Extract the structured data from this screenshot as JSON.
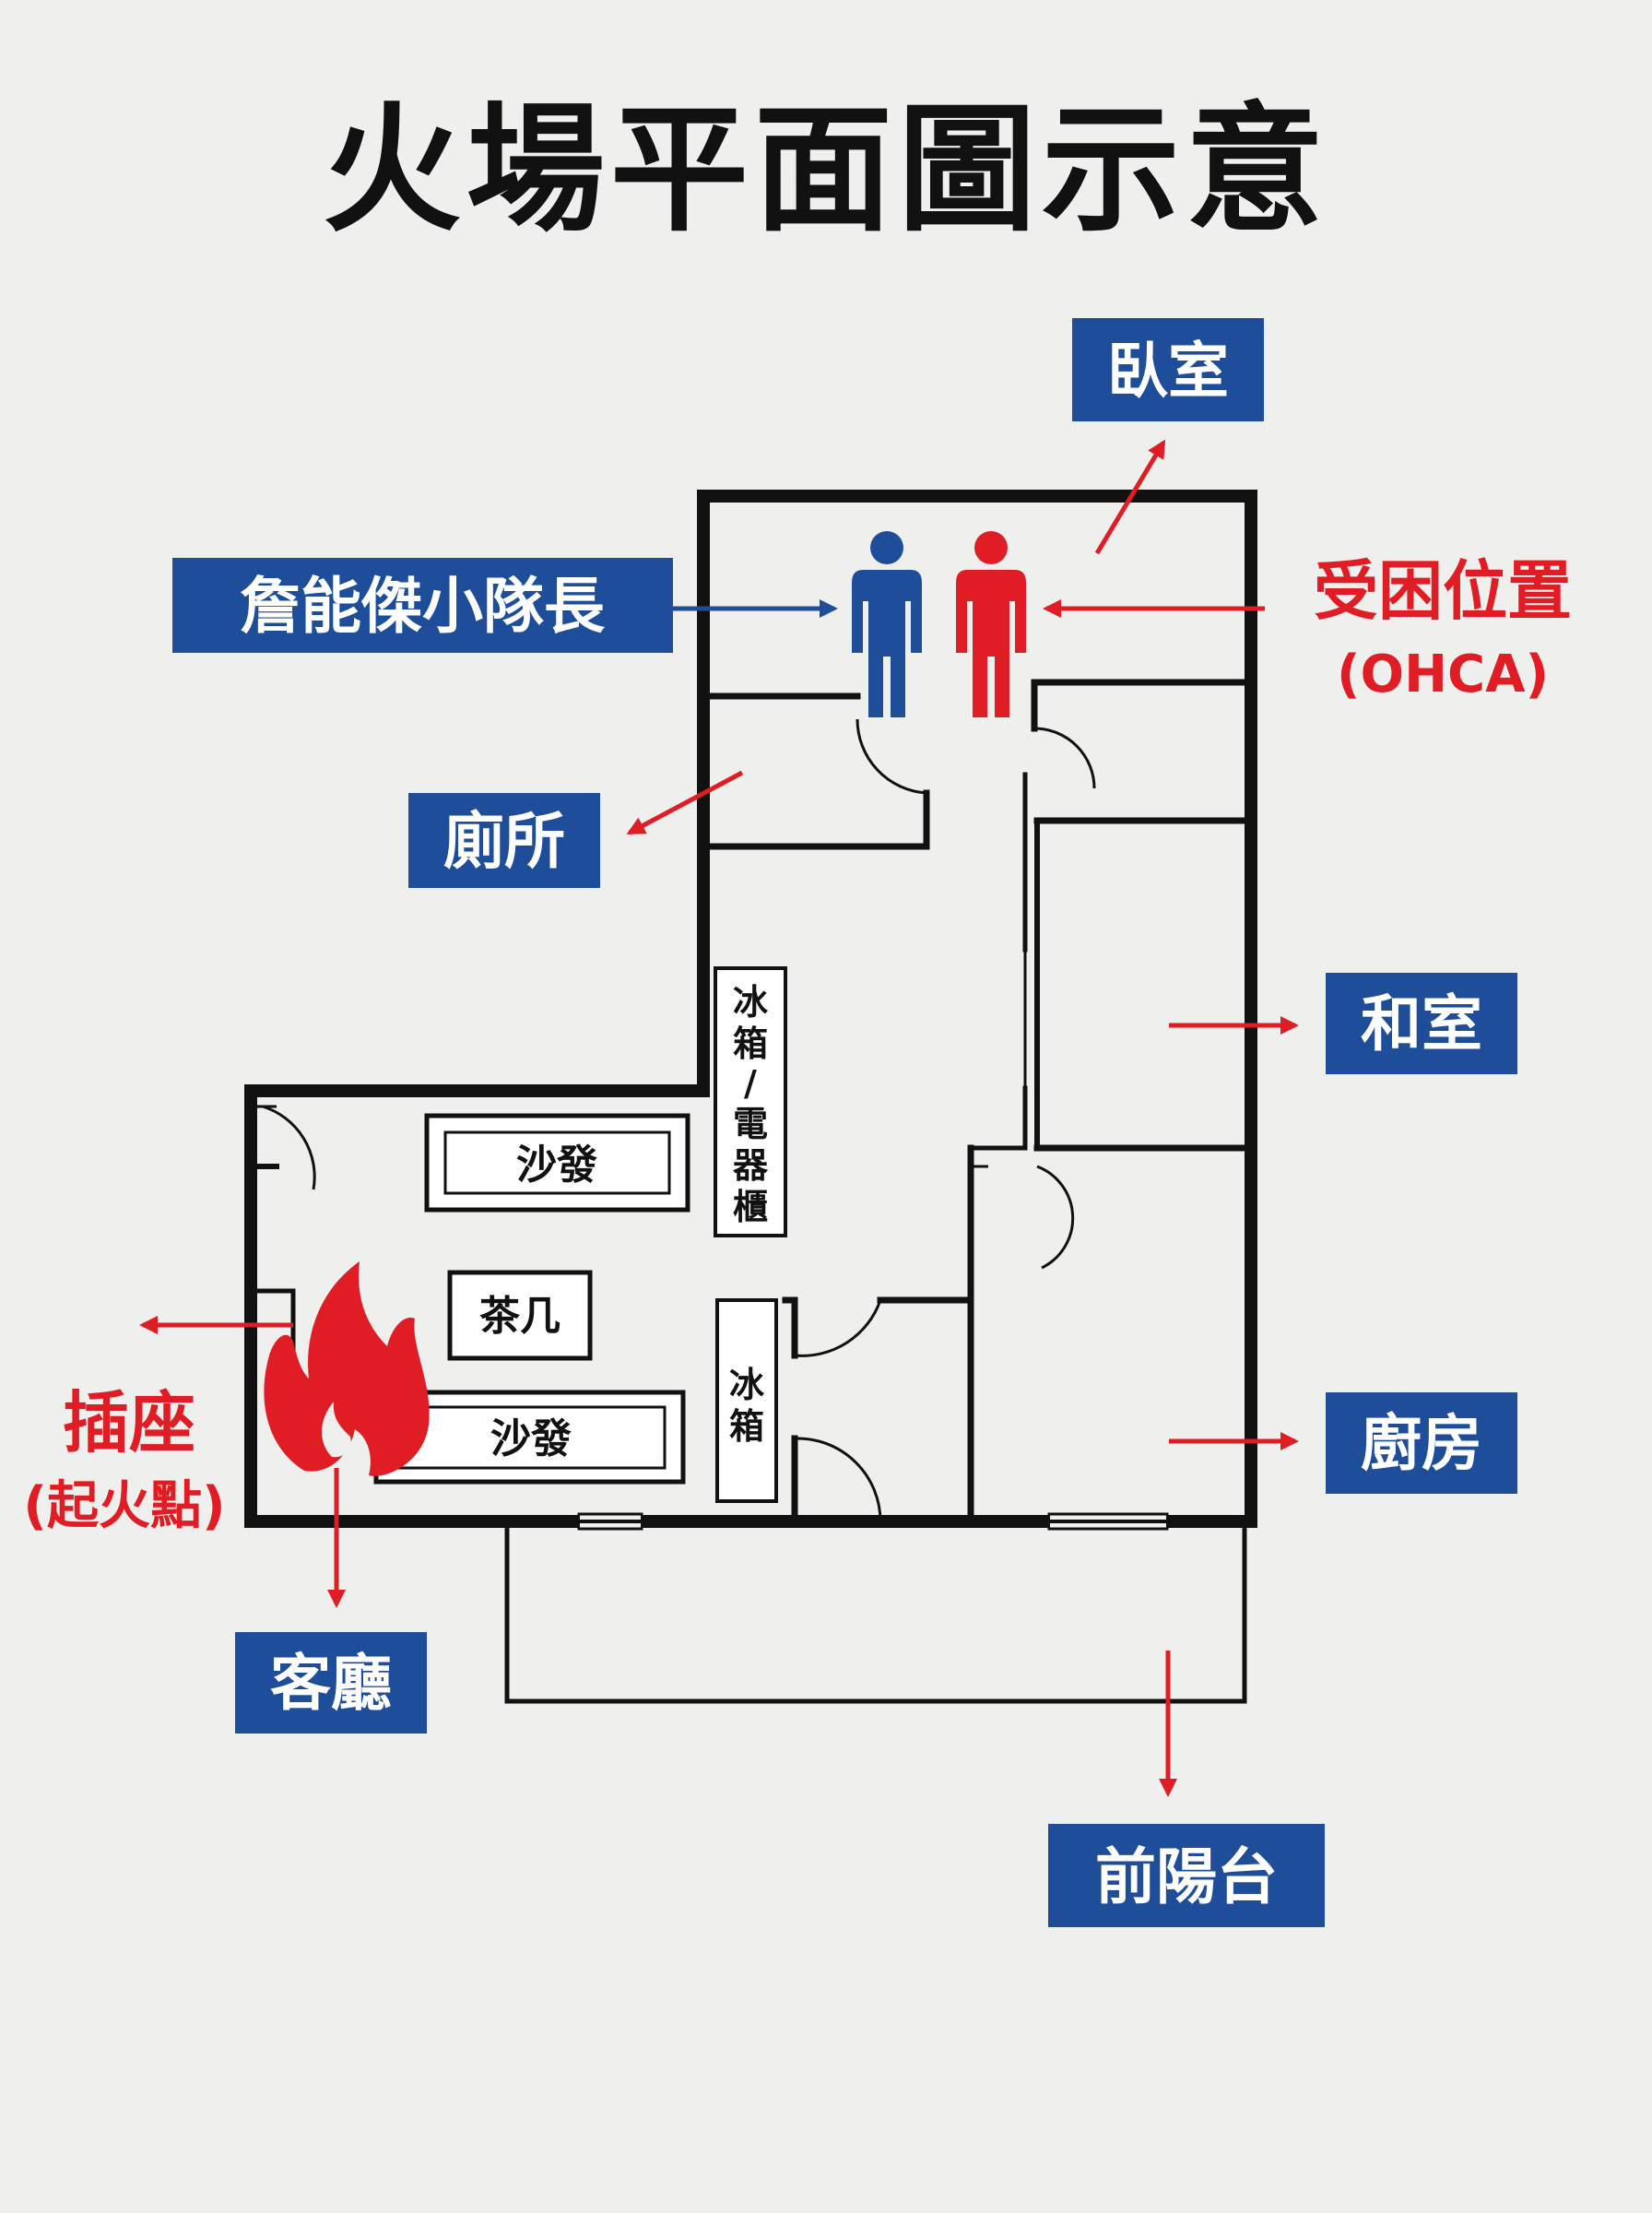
{
  "title": "火場平面圖示意",
  "colors": {
    "blue": "#1e4e9a",
    "red": "#e01c24",
    "wall": "#111111",
    "bg": "#efefed"
  },
  "labels": {
    "bedroom": "臥室",
    "captain": "詹能傑小隊長",
    "trapped": "受困位置",
    "ohca": "(OHCA)",
    "toilet": "廁所",
    "japanese_room": "和室",
    "kitchen": "廚房",
    "socket": "插座",
    "fire_origin": "(起火點)",
    "living_room": "客廳",
    "front_balcony": "前陽台"
  },
  "furniture": {
    "sofa_top": "沙發",
    "sofa_bottom": "沙發",
    "coffee_table": "茶几",
    "fridge_cabinet": [
      "冰",
      "箱",
      "/",
      "電",
      "器",
      "櫃"
    ],
    "fridge": [
      "冰",
      "箱"
    ]
  },
  "icons": {
    "captain_figure": "person-icon",
    "victim_figure": "person-icon",
    "fire": "flame-icon"
  }
}
